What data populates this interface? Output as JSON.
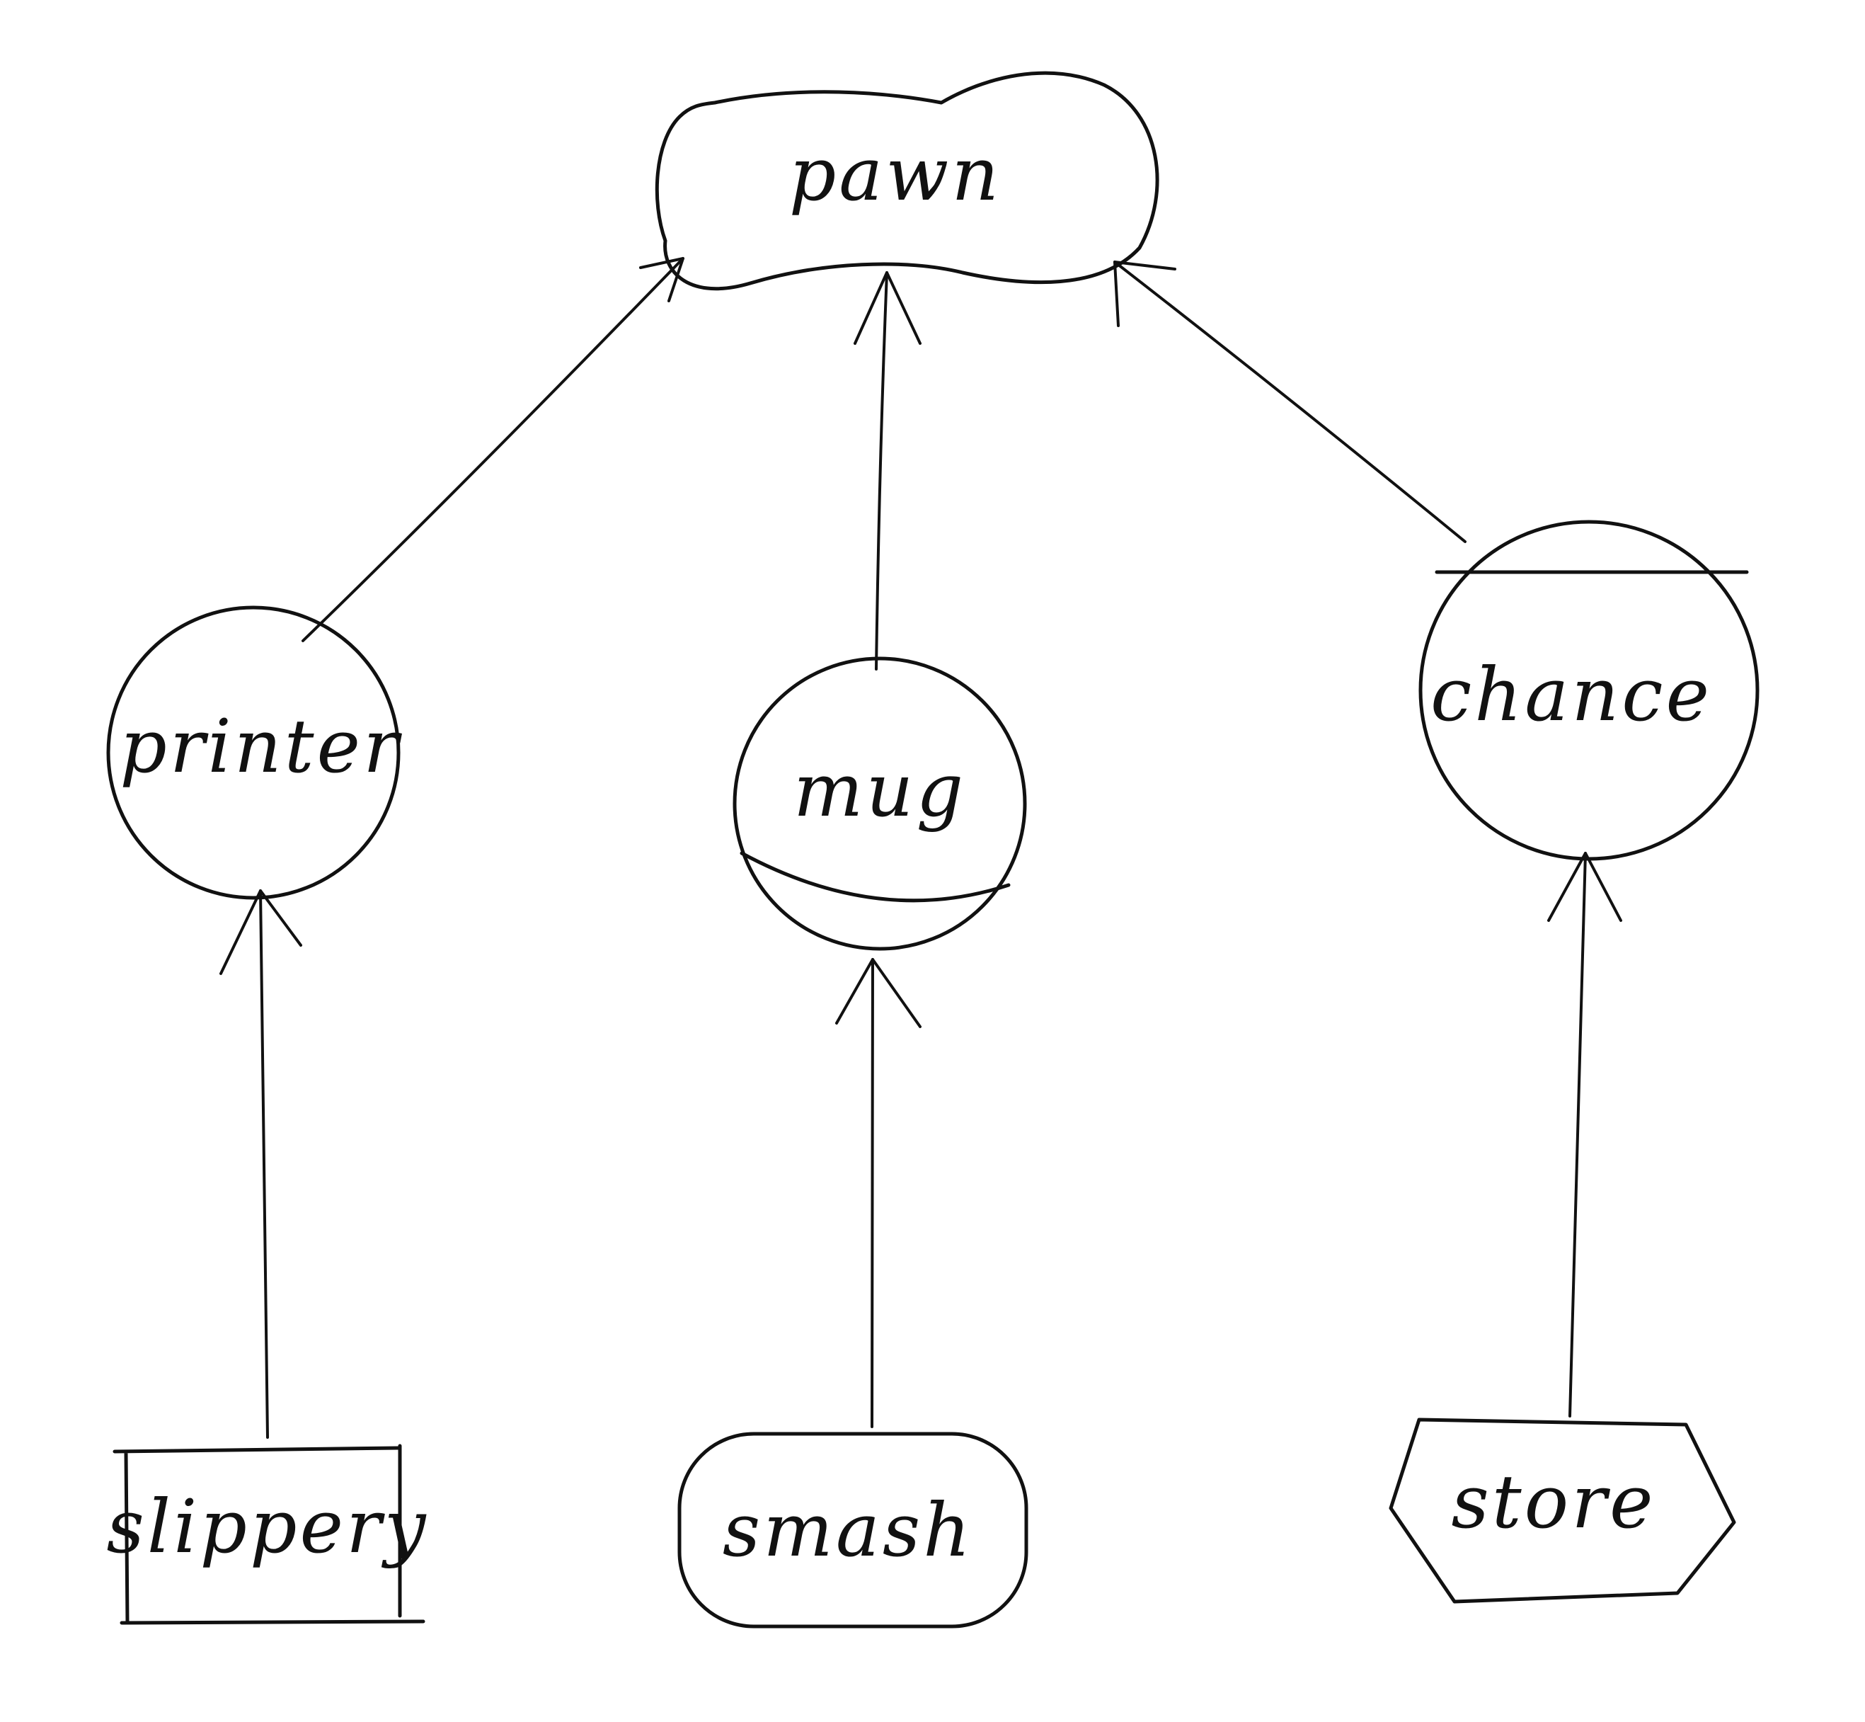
{
  "diagram": {
    "nodes": {
      "pawn": {
        "label": "pawn",
        "shape": "cloud"
      },
      "printer": {
        "label": "printer",
        "shape": "circle"
      },
      "mug": {
        "label": "mug",
        "shape": "circle"
      },
      "chance": {
        "label": "chance",
        "shape": "circle"
      },
      "slippery": {
        "label": "slippery",
        "shape": "rectangle"
      },
      "smash": {
        "label": "smash",
        "shape": "rounded-rectangle"
      },
      "store": {
        "label": "store",
        "shape": "hexagon"
      }
    },
    "edges": [
      {
        "from": "printer",
        "to": "pawn"
      },
      {
        "from": "mug",
        "to": "pawn"
      },
      {
        "from": "chance",
        "to": "pawn"
      },
      {
        "from": "slippery",
        "to": "printer"
      },
      {
        "from": "smash",
        "to": "mug"
      },
      {
        "from": "store",
        "to": "chance"
      }
    ],
    "colors": {
      "stroke": "#111111",
      "background": "#ffffff"
    }
  }
}
